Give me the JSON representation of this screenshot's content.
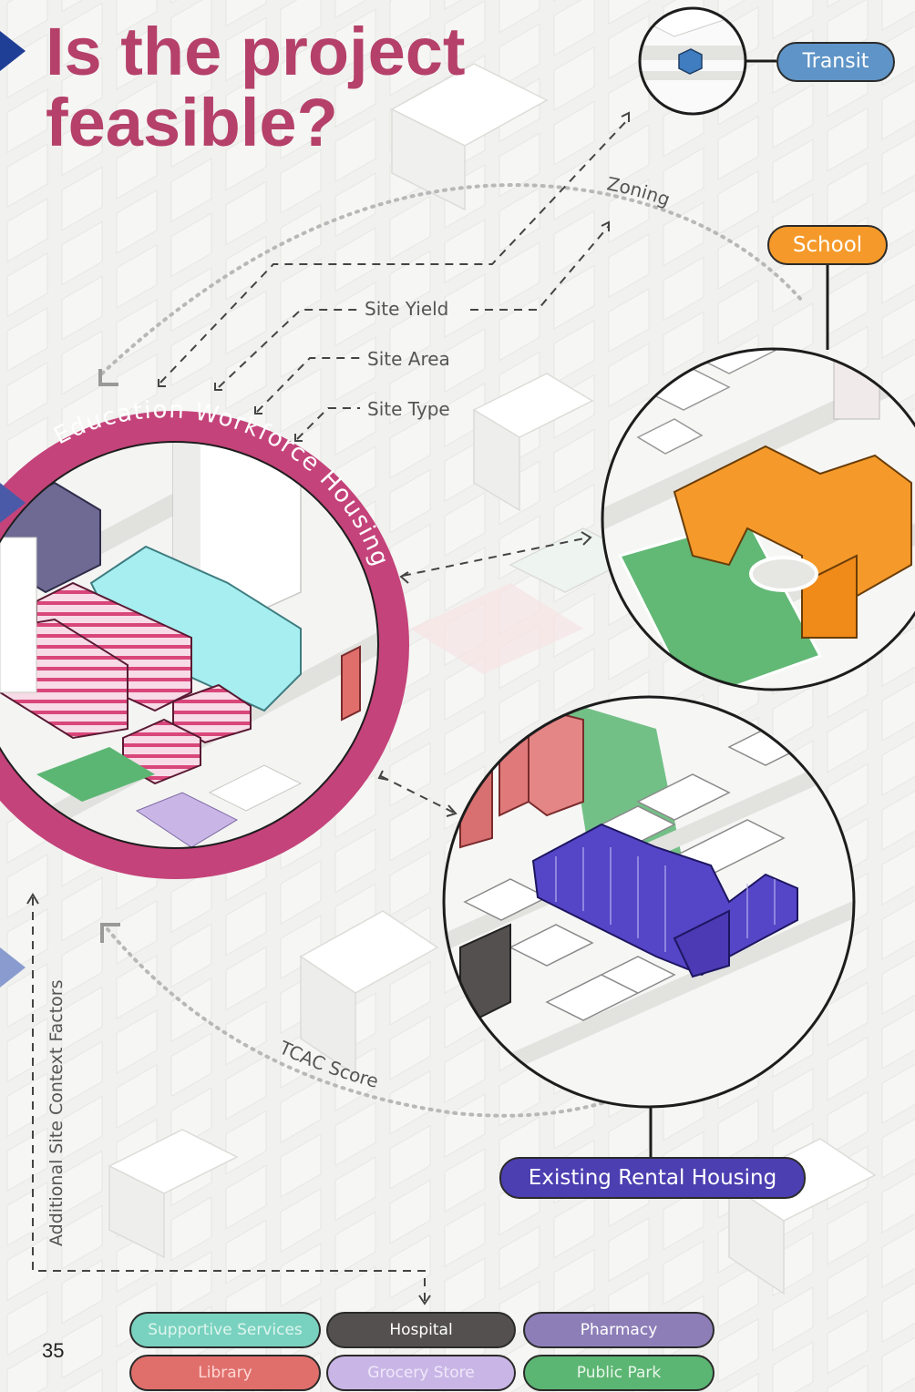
{
  "heading": {
    "title": "Is the project feasible?"
  },
  "labels": {
    "transit": "Transit",
    "zoning": "Zoning",
    "school": "School",
    "site_yield": "Site Yield",
    "site_area": "Site Area",
    "site_type": "Site Type",
    "education_workforce_housing": "Education Workforce Housing",
    "existing_rental_housing": "Existing Rental Housing",
    "tcac_score": "TCAC Score",
    "additional_site_context_factors": "Additional Site Context Factors"
  },
  "legend": [
    {
      "label": "Supportive Services",
      "color": "#79d2bf",
      "text_color": "#dff5ef"
    },
    {
      "label": "Hospital",
      "color": "#545050",
      "text_color": "#ffffff"
    },
    {
      "label": "Pharmacy",
      "color": "#8d7eb8",
      "text_color": "#ffffff"
    },
    {
      "label": "Library",
      "color": "#e06f6c",
      "text_color": "#ffd7d5"
    },
    {
      "label": "Grocery Store",
      "color": "#c9b6e6",
      "text_color": "#efe8fa"
    },
    {
      "label": "Public Park",
      "color": "#5cb673",
      "text_color": "#e8f6ea"
    }
  ],
  "page_number": "35",
  "colors": {
    "title": "#b5406a",
    "education_ring": "#c4437a",
    "school": "#f59a2a",
    "transit": "#5e94c7",
    "rental": "#4c3fb1",
    "workforce_housing_fill": "#a6eef0",
    "hatch": "#d9467a"
  }
}
